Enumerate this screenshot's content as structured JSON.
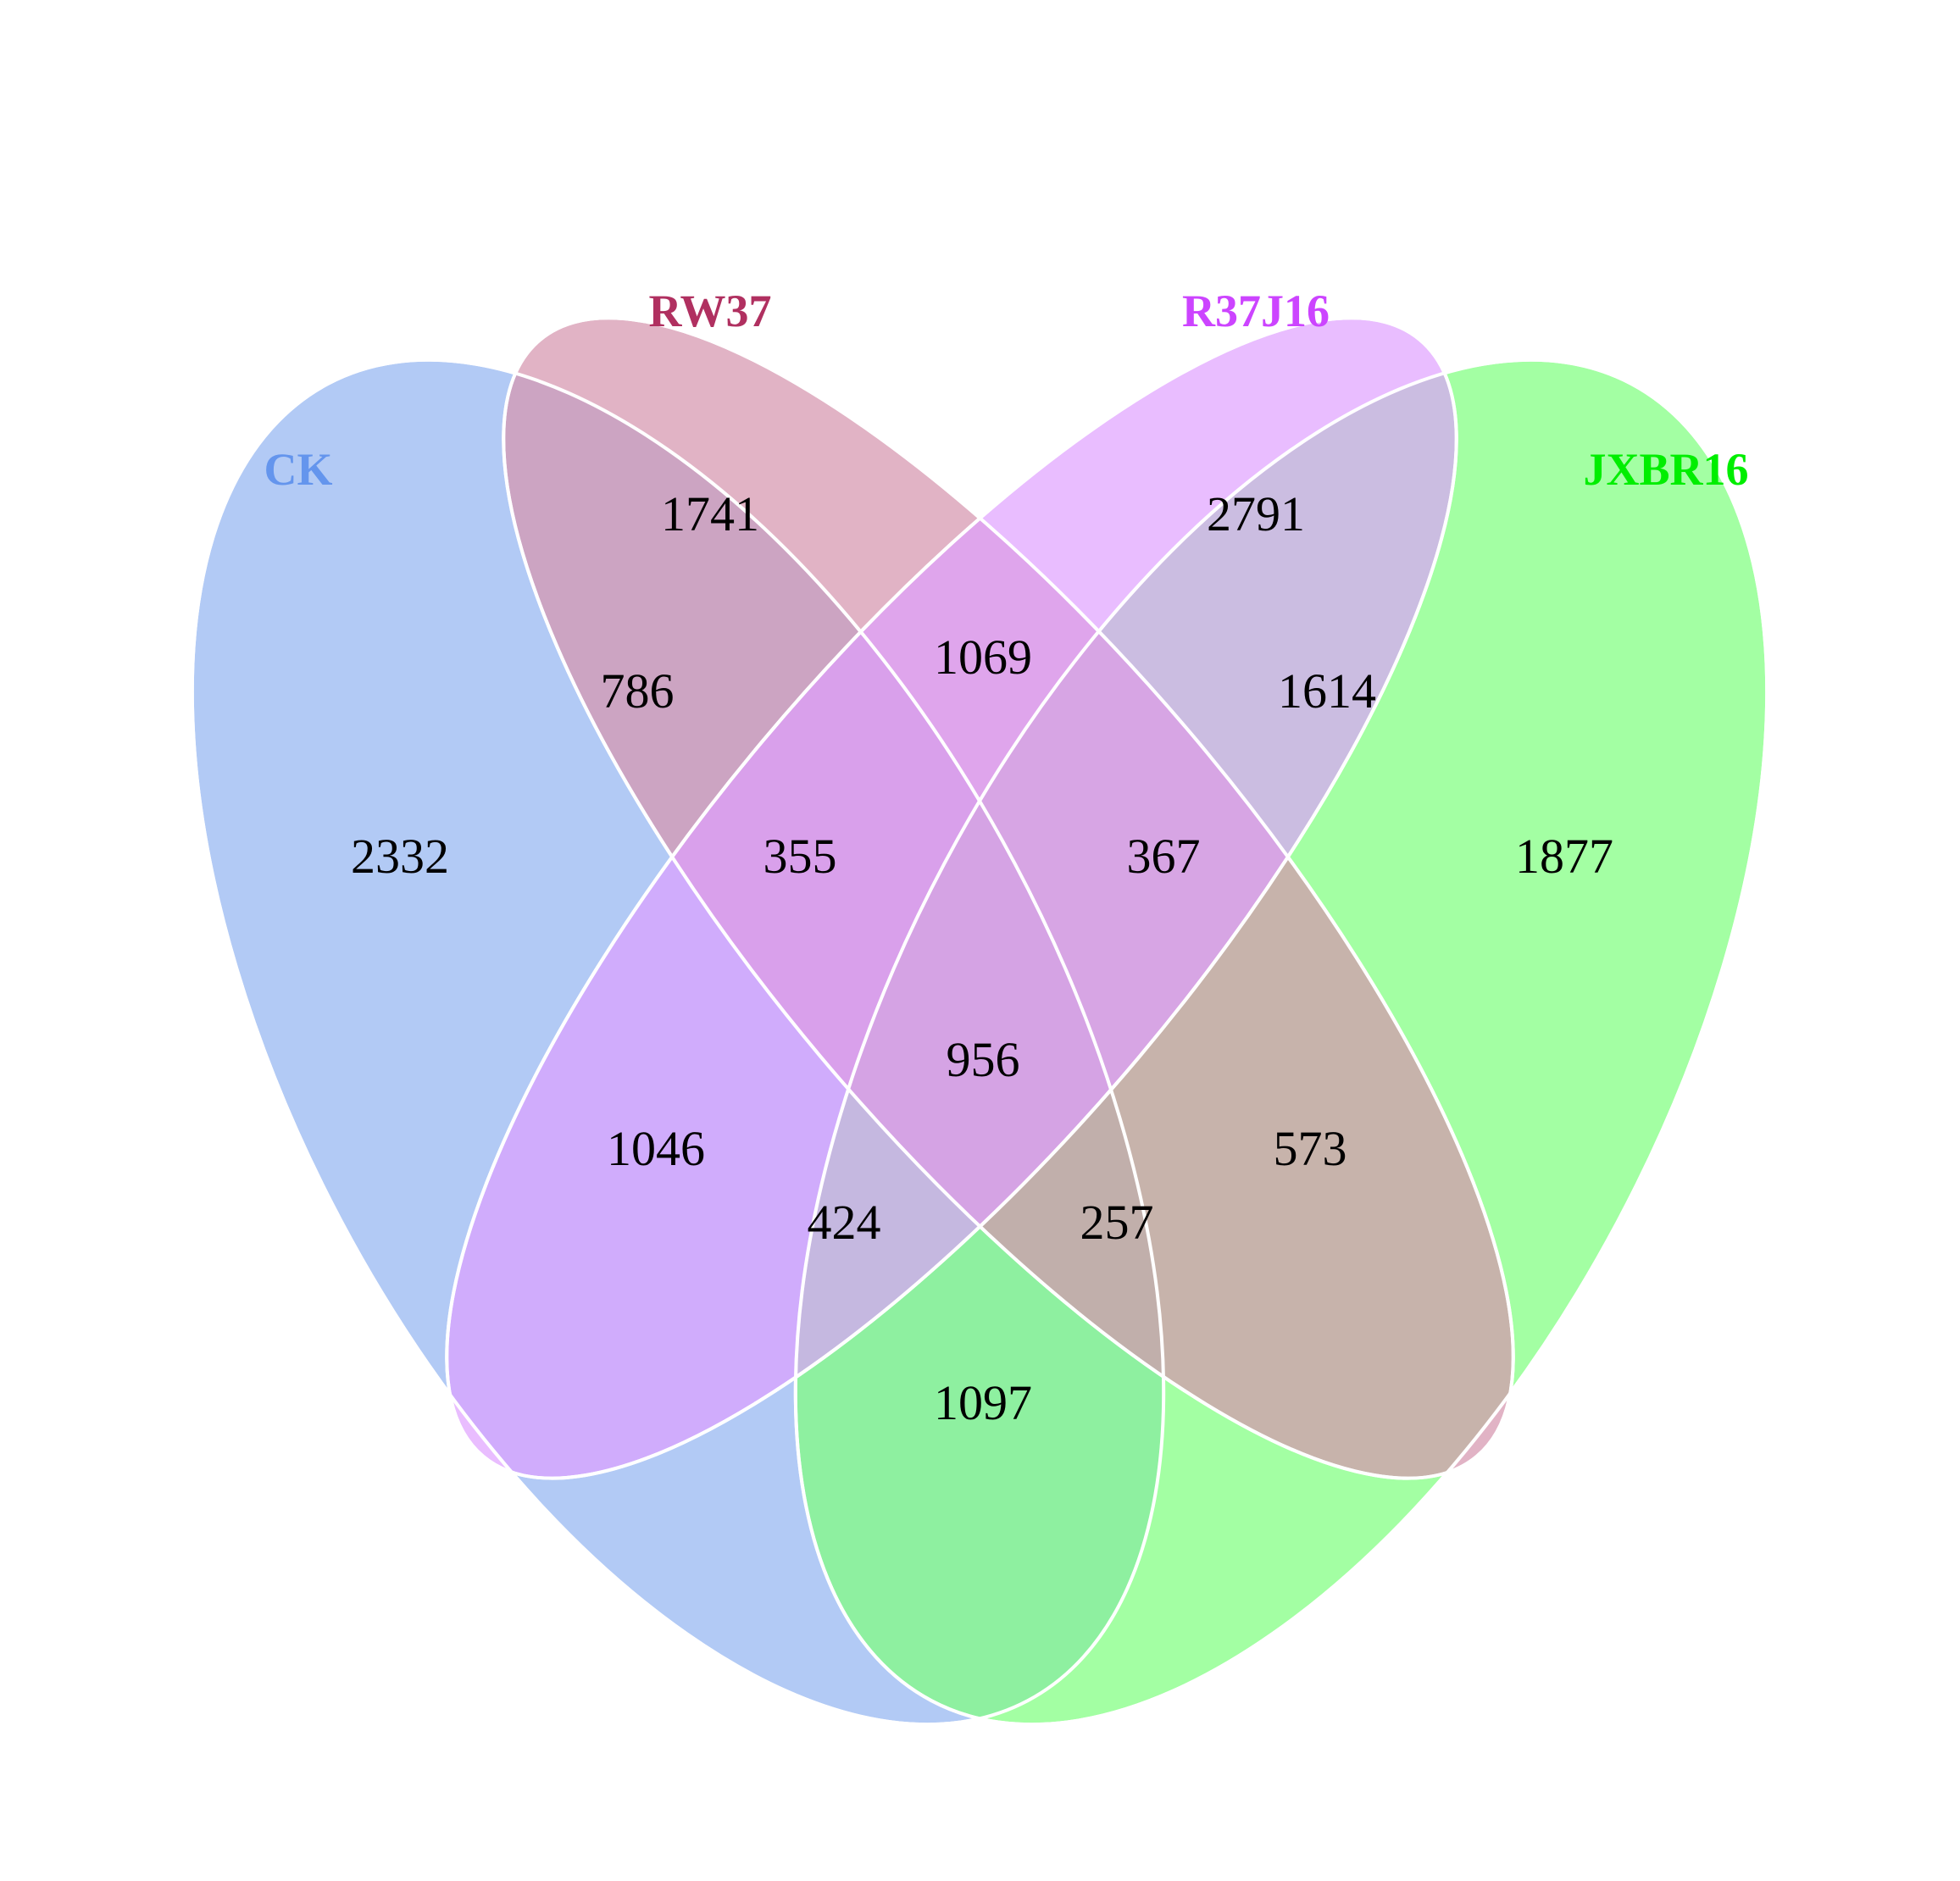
{
  "sets": [
    {
      "key": "ck",
      "label": "CK",
      "color": "#6495ED",
      "fill": "#B2CAF5"
    },
    {
      "key": "rw37",
      "label": "RW37",
      "color": "#B03060",
      "fill": "#D696AE"
    },
    {
      "key": "r37j16",
      "label": "R37J16",
      "color": "#CC44FF",
      "fill": "#DE9DFF"
    },
    {
      "key": "jxbr16",
      "label": "JXBR16",
      "color": "#00EE00",
      "fill": "#80FF80"
    }
  ],
  "regions": [
    {
      "key": "ck_only",
      "sets": [
        "CK"
      ],
      "count": "2332"
    },
    {
      "key": "rw37_only",
      "sets": [
        "RW37"
      ],
      "count": "1741"
    },
    {
      "key": "r37j16_only",
      "sets": [
        "R37J16"
      ],
      "count": "2791"
    },
    {
      "key": "jxbr16_only",
      "sets": [
        "JXBR16"
      ],
      "count": "1877"
    },
    {
      "key": "ck_rw37",
      "sets": [
        "CK",
        "RW37"
      ],
      "count": "786"
    },
    {
      "key": "rw37_r37j16",
      "sets": [
        "RW37",
        "R37J16"
      ],
      "count": "1069"
    },
    {
      "key": "r37j16_jxbr16",
      "sets": [
        "R37J16",
        "JXBR16"
      ],
      "count": "1614"
    },
    {
      "key": "ck_rw37_r37j16",
      "sets": [
        "CK",
        "RW37",
        "R37J16"
      ],
      "count": "355"
    },
    {
      "key": "rw37_r37j16_jxbr16",
      "sets": [
        "RW37",
        "R37J16",
        "JXBR16"
      ],
      "count": "367"
    },
    {
      "key": "ck_r37j16",
      "sets": [
        "CK",
        "R37J16"
      ],
      "count": "1046"
    },
    {
      "key": "all_four",
      "sets": [
        "CK",
        "RW37",
        "R37J16",
        "JXBR16"
      ],
      "count": "956"
    },
    {
      "key": "rw37_jxbr16",
      "sets": [
        "RW37",
        "JXBR16"
      ],
      "count": "573"
    },
    {
      "key": "ck_r37j16_jxbr16",
      "sets": [
        "CK",
        "R37J16",
        "JXBR16"
      ],
      "count": "424"
    },
    {
      "key": "ck_rw37_jxbr16",
      "sets": [
        "CK",
        "RW37",
        "JXBR16"
      ],
      "count": "257"
    },
    {
      "key": "ck_jxbr16",
      "sets": [
        "CK",
        "JXBR16"
      ],
      "count": "1097"
    }
  ]
}
